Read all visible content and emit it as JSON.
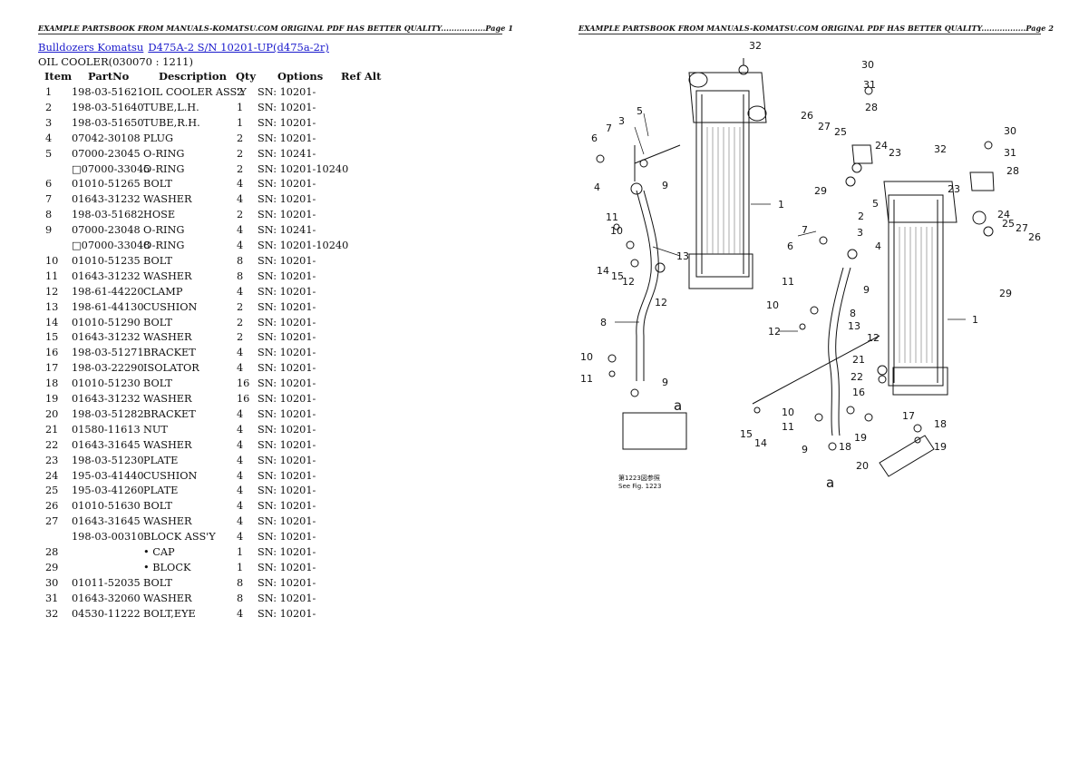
{
  "header_left": "EXAMPLE PARTSBOOK FROM MANUALS-KOMATSU.COM ORIGINAL PDF HAS BETTER QUALITY.................Page 1",
  "header_right": "EXAMPLE PARTSBOOK FROM MANUALS-KOMATSU.COM ORIGINAL PDF HAS BETTER QUALITY.................Page 2",
  "breadcrumb": {
    "link1": "Bulldozers Komatsu",
    "link2": "D475A-2 S/N 10201-UP(d475a-2r)"
  },
  "section_title": "OIL COOLER(030070 : 1211)",
  "columns": {
    "item": "Item",
    "partno": "PartNo",
    "description": "Description",
    "qty": "Qty",
    "options": "Options",
    "ref_alt": "Ref Alt"
  },
  "rows": [
    {
      "item": "1",
      "part": "198-03-51621",
      "desc": "OIL COOLER ASS'Y",
      "qty": "2",
      "opt": "SN: 10201-"
    },
    {
      "item": "2",
      "part": "198-03-51640",
      "desc": "TUBE,L.H.",
      "qty": "1",
      "opt": "SN: 10201-"
    },
    {
      "item": "3",
      "part": "198-03-51650",
      "desc": "TUBE,R.H.",
      "qty": "1",
      "opt": "SN: 10201-"
    },
    {
      "item": "4",
      "part": "07042-30108",
      "desc": "PLUG",
      "qty": "2",
      "opt": "SN: 10201-"
    },
    {
      "item": "5",
      "part": "07000-23045",
      "desc": "O-RING",
      "qty": "2",
      "opt": "SN: 10241-"
    },
    {
      "item": "",
      "part": "□07000-33045",
      "desc": "O-RING",
      "qty": "2",
      "opt": "SN: 10201-10240"
    },
    {
      "item": "6",
      "part": "01010-51265",
      "desc": "BOLT",
      "qty": "4",
      "opt": "SN: 10201-"
    },
    {
      "item": "7",
      "part": "01643-31232",
      "desc": "WASHER",
      "qty": "4",
      "opt": "SN: 10201-"
    },
    {
      "item": "8",
      "part": "198-03-51682",
      "desc": "HOSE",
      "qty": "2",
      "opt": "SN: 10201-"
    },
    {
      "item": "9",
      "part": "07000-23048",
      "desc": "O-RING",
      "qty": "4",
      "opt": "SN: 10241-"
    },
    {
      "item": "",
      "part": "□07000-33048",
      "desc": "O-RING",
      "qty": "4",
      "opt": "SN: 10201-10240"
    },
    {
      "item": "10",
      "part": "01010-51235",
      "desc": "BOLT",
      "qty": "8",
      "opt": "SN: 10201-"
    },
    {
      "item": "11",
      "part": "01643-31232",
      "desc": "WASHER",
      "qty": "8",
      "opt": "SN: 10201-"
    },
    {
      "item": "12",
      "part": "198-61-44220",
      "desc": "CLAMP",
      "qty": "4",
      "opt": "SN: 10201-"
    },
    {
      "item": "13",
      "part": "198-61-44130",
      "desc": "CUSHION",
      "qty": "2",
      "opt": "SN: 10201-"
    },
    {
      "item": "14",
      "part": "01010-51290",
      "desc": "BOLT",
      "qty": "2",
      "opt": "SN: 10201-"
    },
    {
      "item": "15",
      "part": "01643-31232",
      "desc": "WASHER",
      "qty": "2",
      "opt": "SN: 10201-"
    },
    {
      "item": "16",
      "part": "198-03-51271",
      "desc": "BRACKET",
      "qty": "4",
      "opt": "SN: 10201-"
    },
    {
      "item": "17",
      "part": "198-03-22290",
      "desc": "ISOLATOR",
      "qty": "4",
      "opt": "SN: 10201-"
    },
    {
      "item": "18",
      "part": "01010-51230",
      "desc": "BOLT",
      "qty": "16",
      "opt": "SN: 10201-"
    },
    {
      "item": "19",
      "part": "01643-31232",
      "desc": "WASHER",
      "qty": "16",
      "opt": "SN: 10201-"
    },
    {
      "item": "20",
      "part": "198-03-51282",
      "desc": "BRACKET",
      "qty": "4",
      "opt": "SN: 10201-"
    },
    {
      "item": "21",
      "part": "01580-11613",
      "desc": "NUT",
      "qty": "4",
      "opt": "SN: 10201-"
    },
    {
      "item": "22",
      "part": "01643-31645",
      "desc": "WASHER",
      "qty": "4",
      "opt": "SN: 10201-"
    },
    {
      "item": "23",
      "part": "198-03-51230",
      "desc": "PLATE",
      "qty": "4",
      "opt": "SN: 10201-"
    },
    {
      "item": "24",
      "part": "195-03-41440",
      "desc": "CUSHION",
      "qty": "4",
      "opt": "SN: 10201-"
    },
    {
      "item": "25",
      "part": "195-03-41260",
      "desc": "PLATE",
      "qty": "4",
      "opt": "SN: 10201-"
    },
    {
      "item": "26",
      "part": "01010-51630",
      "desc": "BOLT",
      "qty": "4",
      "opt": "SN: 10201-"
    },
    {
      "item": "27",
      "part": "01643-31645",
      "desc": "WASHER",
      "qty": "4",
      "opt": "SN: 10201-"
    },
    {
      "item": "",
      "part": "198-03-00310",
      "desc": "BLOCK ASS'Y",
      "qty": "4",
      "opt": "SN: 10201-"
    },
    {
      "item": "28",
      "part": "",
      "desc": "• CAP",
      "qty": "1",
      "opt": "SN: 10201-"
    },
    {
      "item": "29",
      "part": "",
      "desc": "• BLOCK",
      "qty": "1",
      "opt": "SN: 10201-"
    },
    {
      "item": "30",
      "part": "01011-52035",
      "desc": "BOLT",
      "qty": "8",
      "opt": "SN: 10201-"
    },
    {
      "item": "31",
      "part": "01643-32060",
      "desc": "WASHER",
      "qty": "8",
      "opt": "SN: 10201-"
    },
    {
      "item": "32",
      "part": "04530-11222",
      "desc": "BOLT,EYE",
      "qty": "4",
      "opt": "SN: 10201-"
    }
  ],
  "diagram": {
    "caption_line1": "第1223図参照",
    "caption_line2": "See  Fig. 1223",
    "callout_a": "a",
    "callouts": [
      "1",
      "2",
      "3",
      "4",
      "5",
      "6",
      "7",
      "8",
      "9",
      "10",
      "11",
      "12",
      "13",
      "14",
      "15",
      "16",
      "17",
      "18",
      "19",
      "20",
      "21",
      "22",
      "23",
      "24",
      "25",
      "26",
      "27",
      "28",
      "29",
      "30",
      "31",
      "32"
    ]
  }
}
